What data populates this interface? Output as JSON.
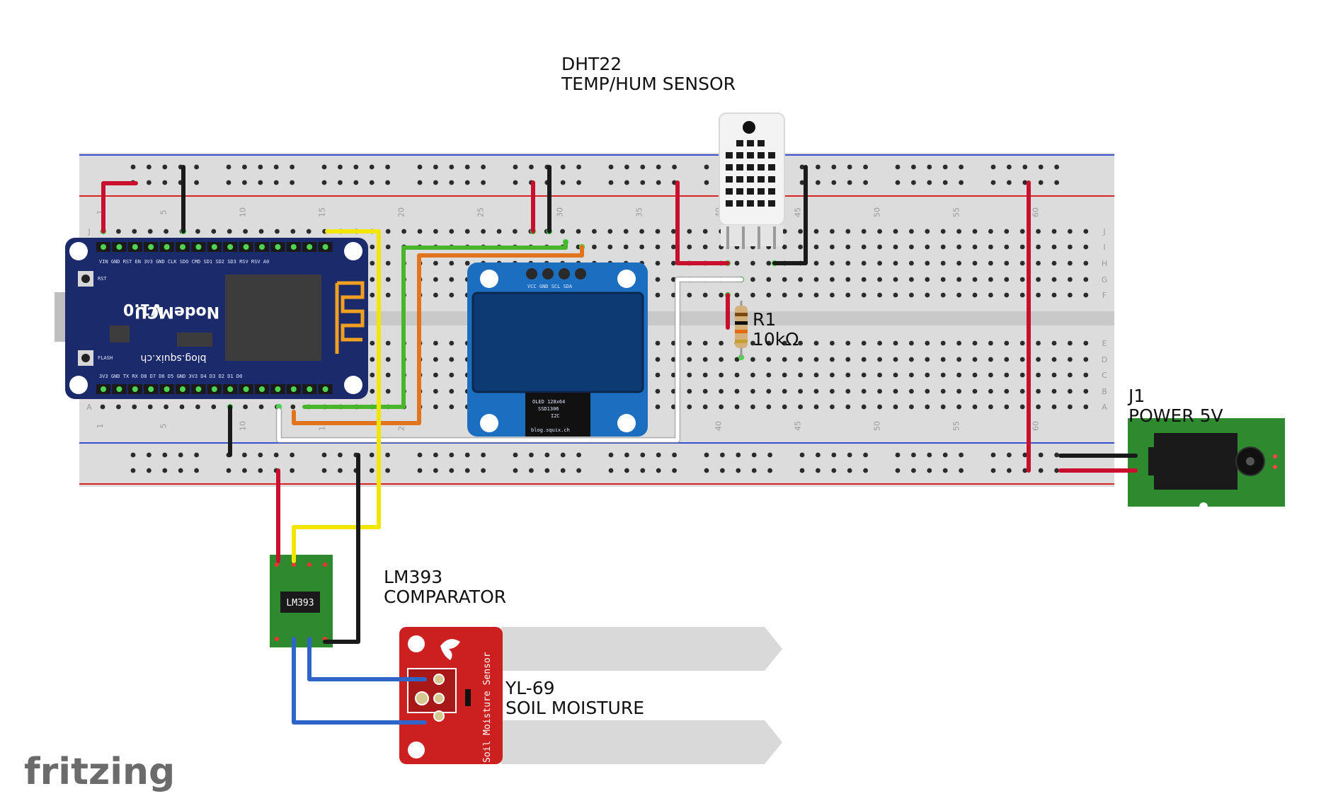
{
  "labels": {
    "dht22_name": "DHT22",
    "dht22_desc": "TEMP/HUM SENSOR",
    "r1_name": "R1",
    "r1_value": "10kΩ",
    "j1_name": "J1",
    "j1_desc": "POWER 5V",
    "lm393_name": "LM393",
    "lm393_desc": "COMPARATOR",
    "yl69_name": "YL-69",
    "yl69_desc": "SOIL MOISTURE"
  },
  "nodemcu": {
    "title": "NodeMCU",
    "version": "V1.0",
    "site": "blog.squix.ch",
    "rst": "RST",
    "flash": "FLASH",
    "top_pins": "VIN GND RST EN 3V3 GND CLK SDO CMD SD1 SD2 SD3 RSV RSV A0",
    "bottom_pins": "3V3 GND TX RX D8 D7 D6 D5 GND 3V3 D4 D3 D2 D1 D0"
  },
  "oled": {
    "pins": "VCC GND SCL SDA",
    "text1": "OLED 128x64",
    "text2": "SSD1306",
    "text3": "I2C",
    "site": "blog.squix.ch"
  },
  "lm393_chip": "LM393",
  "soil_board": "Soil Moisture Sensor",
  "brand": "fritzing",
  "breadboard": {
    "column_numbers": [
      "1",
      "5",
      "10",
      "15",
      "20",
      "25",
      "30",
      "35",
      "40",
      "45",
      "50",
      "55",
      "60"
    ],
    "row_letters_top": [
      "J",
      "I",
      "H",
      "G",
      "F"
    ],
    "row_letters_bottom": [
      "E",
      "D",
      "C",
      "B",
      "A"
    ]
  },
  "colors": {
    "wire_red": "#c8102e",
    "wire_black": "#1a1a1a",
    "wire_yellow": "#f2e600",
    "wire_green": "#47b62a",
    "wire_orange": "#e3741e",
    "wire_blue": "#2f64c8",
    "wire_white": "#ffffff",
    "pcb_blue": "#1b2a6b",
    "oled_blue": "#1c6fc0",
    "pcb_green": "#2f8a2f",
    "pcb_red": "#cc1f1f"
  }
}
